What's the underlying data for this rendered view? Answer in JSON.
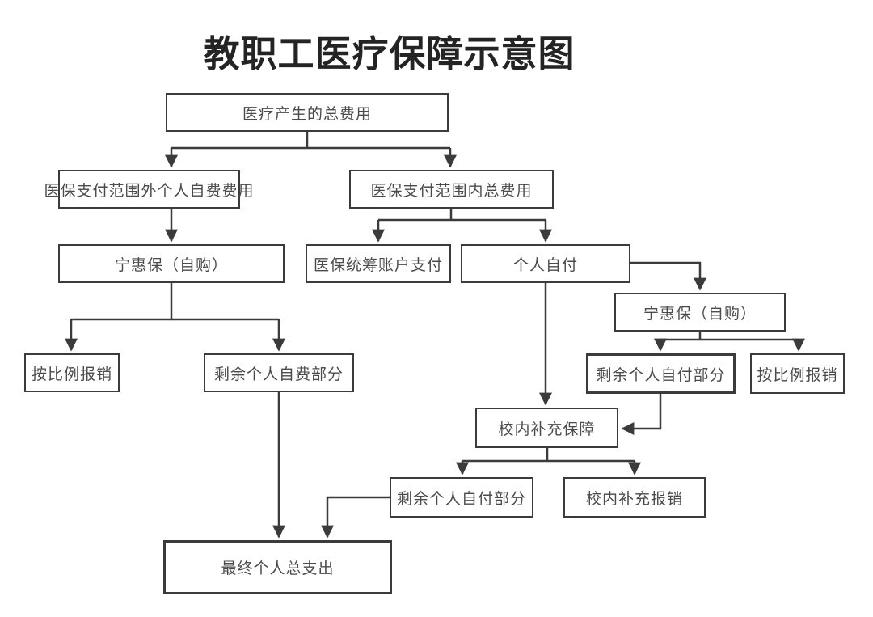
{
  "title": "教职工医疗保障示意图",
  "colors": {
    "line": "#3b3b3b",
    "box_border": "#3b3b3b",
    "text": "#4b4b4b",
    "title_text": "#242424",
    "background": "#ffffff"
  },
  "nodes": {
    "total_cost": {
      "label": "医疗产生的总费用"
    },
    "outside_scope": {
      "label": "医保支付范围外个人自费费用"
    },
    "inside_scope": {
      "label": "医保支付范围内总费用"
    },
    "ninghuibao_left": {
      "label": "宁惠保（自购）"
    },
    "pooled_account": {
      "label": "医保统筹账户支付"
    },
    "personal_pay": {
      "label": "个人自付"
    },
    "ninghuibao_right": {
      "label": "宁惠保（自购）"
    },
    "proportional_left": {
      "label": "按比例报销"
    },
    "remaining_self_paid": {
      "label": "剩余个人自费部分"
    },
    "remaining_copay_right": {
      "label": "剩余个人自付部分"
    },
    "proportional_right": {
      "label": "按比例报销"
    },
    "campus_supplement": {
      "label": "校内补充保障"
    },
    "remaining_copay_bottom": {
      "label": "剩余个人自付部分"
    },
    "campus_reimburse": {
      "label": "校内补充报销"
    },
    "final_total": {
      "label": "最终个人总支出"
    }
  },
  "edges": [
    {
      "from": "total_cost",
      "to": "outside_scope"
    },
    {
      "from": "total_cost",
      "to": "inside_scope"
    },
    {
      "from": "outside_scope",
      "to": "ninghuibao_left"
    },
    {
      "from": "inside_scope",
      "to": "pooled_account"
    },
    {
      "from": "inside_scope",
      "to": "personal_pay"
    },
    {
      "from": "personal_pay",
      "to": "ninghuibao_right"
    },
    {
      "from": "ninghuibao_left",
      "to": "proportional_left"
    },
    {
      "from": "ninghuibao_left",
      "to": "remaining_self_paid"
    },
    {
      "from": "ninghuibao_right",
      "to": "remaining_copay_right"
    },
    {
      "from": "ninghuibao_right",
      "to": "proportional_right"
    },
    {
      "from": "personal_pay",
      "to": "campus_supplement"
    },
    {
      "from": "remaining_copay_right",
      "to": "campus_supplement"
    },
    {
      "from": "campus_supplement",
      "to": "remaining_copay_bottom"
    },
    {
      "from": "campus_supplement",
      "to": "campus_reimburse"
    },
    {
      "from": "remaining_self_paid",
      "to": "final_total"
    },
    {
      "from": "remaining_copay_bottom",
      "to": "final_total"
    }
  ]
}
